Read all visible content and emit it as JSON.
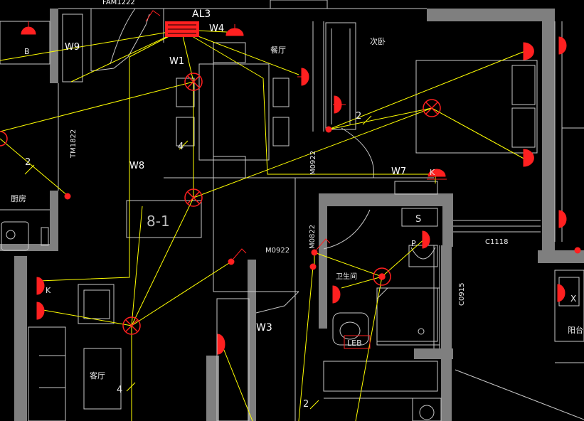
{
  "panel": {
    "id": "AL3",
    "top_label": "FAM1222"
  },
  "circuits": {
    "w1": "W1",
    "w3": "W3",
    "w4": "W4",
    "w7": "W7",
    "w8": "W8",
    "w9": "W9"
  },
  "rooms": {
    "dining": "餐厅",
    "second_bedroom": "次卧",
    "kitchen": "厨房",
    "bathroom": "卫生间",
    "living": "客厅",
    "balcony": "阳台"
  },
  "doors": {
    "m0922_a": "M0922",
    "m0922_b": "M0922",
    "m0822": "M0822",
    "tm1822": "TM1822",
    "c1118": "C1118",
    "c0915": "C0915"
  },
  "wire_counts": {
    "a": "2",
    "b": "2",
    "c": "4",
    "d": "4",
    "e": "2"
  },
  "fixture_labels": {
    "kitchen_b": "B",
    "k1": "K",
    "k2": "K",
    "p": "P",
    "s": "S",
    "x": "X",
    "leb": "LEB",
    "r81": "8-1"
  },
  "colors": {
    "background": "#000000",
    "wall": "#7f7f7f",
    "wire": "#ffff00",
    "device": "#ff2020",
    "linework": "#c8c8c8"
  }
}
